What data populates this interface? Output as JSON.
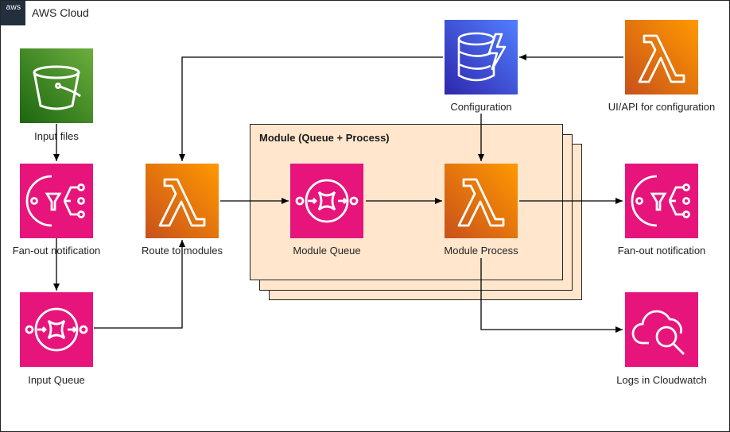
{
  "logo": {
    "text": "aws"
  },
  "cloud": {
    "label": "AWS Cloud"
  },
  "module": {
    "title": "Module (Queue + Process)"
  },
  "nodes": {
    "input_files": {
      "label": "Input files",
      "icon": "s3-bucket-icon"
    },
    "fanout_in": {
      "label": "Fan-out notification",
      "icon": "sns-topic-icon"
    },
    "input_queue": {
      "label": "Input Queue",
      "icon": "sqs-queue-icon"
    },
    "route": {
      "label": "Route to modules",
      "icon": "lambda-icon"
    },
    "module_queue": {
      "label": "Module Queue",
      "icon": "sqs-queue-icon"
    },
    "module_process": {
      "label": "Module Process",
      "icon": "lambda-icon"
    },
    "configuration": {
      "label": "Configuration",
      "icon": "dynamodb-icon"
    },
    "ui_api": {
      "label": "UI/API for configuration",
      "icon": "lambda-icon"
    },
    "fanout_out": {
      "label": "Fan-out notification",
      "icon": "sns-topic-icon"
    },
    "logs": {
      "label": "Logs in Cloudwatch",
      "icon": "cloudwatch-logs-icon"
    }
  },
  "colors": {
    "s3": "#3f8624",
    "lambda": "#ed7100",
    "pink": "#e7157b",
    "dynamodb": "#3b48cc",
    "module_fill": "#ffe6cc"
  }
}
